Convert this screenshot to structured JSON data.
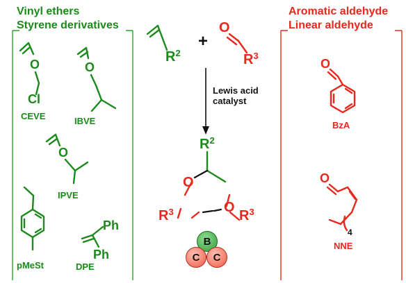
{
  "left_panel": {
    "title_line1": "Vinyl ethers",
    "title_line2": "Styrene derivatives",
    "color": "#1a8a1a",
    "monomers": [
      {
        "label": "CEVE",
        "atoms": [
          "O",
          "Cl"
        ]
      },
      {
        "label": "IBVE",
        "atoms": [
          "O"
        ]
      },
      {
        "label": "IPVE",
        "atoms": [
          "O"
        ]
      },
      {
        "label": "pMeSt",
        "atoms": []
      },
      {
        "label": "DPE",
        "atoms": [
          "Ph",
          "Ph"
        ]
      }
    ]
  },
  "right_panel": {
    "title_line1": "Aromatic aldehyde",
    "title_line2": "Linear aldehyde",
    "color": "#e8281c",
    "aldehydes": [
      {
        "label": "BzA",
        "atoms": [
          "O"
        ]
      },
      {
        "label": "NNE",
        "atoms": [
          "O"
        ],
        "subscript": "4"
      }
    ]
  },
  "reaction": {
    "vinyl_group": "R",
    "vinyl_group_index": "2",
    "plus": "+",
    "aldehyde_atom": "O",
    "aldehyde_group": "R",
    "aldehyde_group_index": "3",
    "catalyst_line1": "Lewis acid",
    "catalyst_line2": "catalyst",
    "product": {
      "top_group": "R",
      "top_group_index": "2",
      "ring_atom_left": "O",
      "ring_atom_right": "O",
      "left_group": "R",
      "left_group_index": "3",
      "right_group": "R",
      "right_group_index": "3"
    },
    "sequence": {
      "top": "B",
      "bottom_left": "C",
      "bottom_right": "C"
    }
  },
  "colors": {
    "green": "#1a8a1a",
    "red": "#e8281c",
    "black": "#111111"
  }
}
